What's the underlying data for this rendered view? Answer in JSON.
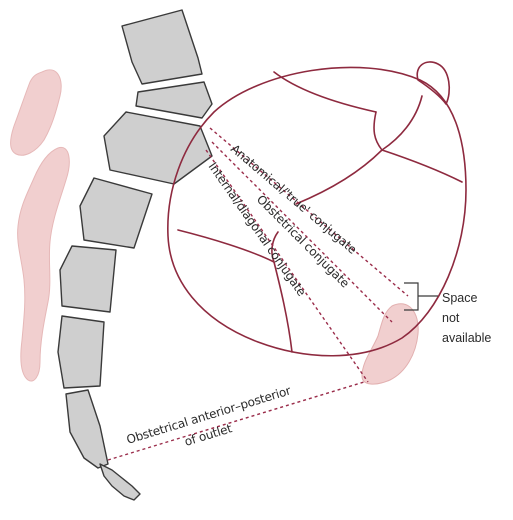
{
  "diagram": {
    "labels": {
      "anatomical": "Anatomical/'true' conjugate",
      "obstetrical": "Obstetrical conjugate",
      "diagonal": "Internal/diagonal conjugate",
      "outlet_line1": "Obstetrical anterior–posterior",
      "outlet_line2": "of outlet",
      "space_line1": "Space",
      "space_line2": "not",
      "space_line3": "available"
    },
    "colors": {
      "bone_fill": "#cfcfcf",
      "bone_stroke": "#3a3a3a",
      "soft_tissue": "#f1cfcf",
      "skull_outline": "#8e2a3f",
      "dashed_line": "#9a2c4a",
      "text": "#2b2b2b"
    }
  }
}
